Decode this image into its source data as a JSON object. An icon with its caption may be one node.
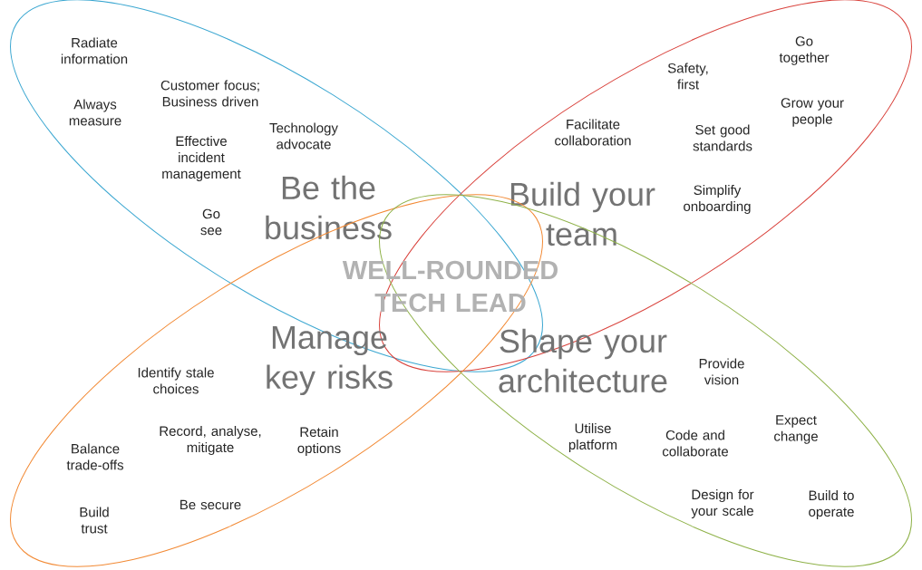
{
  "diagram": {
    "title": "WELL-ROUNDED TECH LEAD",
    "nodes": [
      {
        "text": [
          "Be the business",
          "Radiate information",
          "Always measure",
          "Customer focus; Business driven",
          "Technology advocate",
          "Effective incident management",
          "Go see"
        ]
      },
      {
        "text": [
          "Build your team",
          "Go together",
          "Safety, first",
          "Grow your people",
          "Facilitate collaboration",
          "Set good standards",
          "Simplify onboarding"
        ]
      },
      {
        "text": [
          "Manage key risks",
          "Identify stale choices",
          "Record, analyse, mitigate",
          "Retain options",
          "Balance trade-offs",
          "Be secure",
          "Build trust"
        ]
      },
      {
        "text": [
          "Shape your architecture",
          "Provide vision",
          "Utilise platform",
          "Code and collaborate",
          "Expect change",
          "Design for your scale",
          "Build to operate"
        ]
      }
    ]
  }
}
